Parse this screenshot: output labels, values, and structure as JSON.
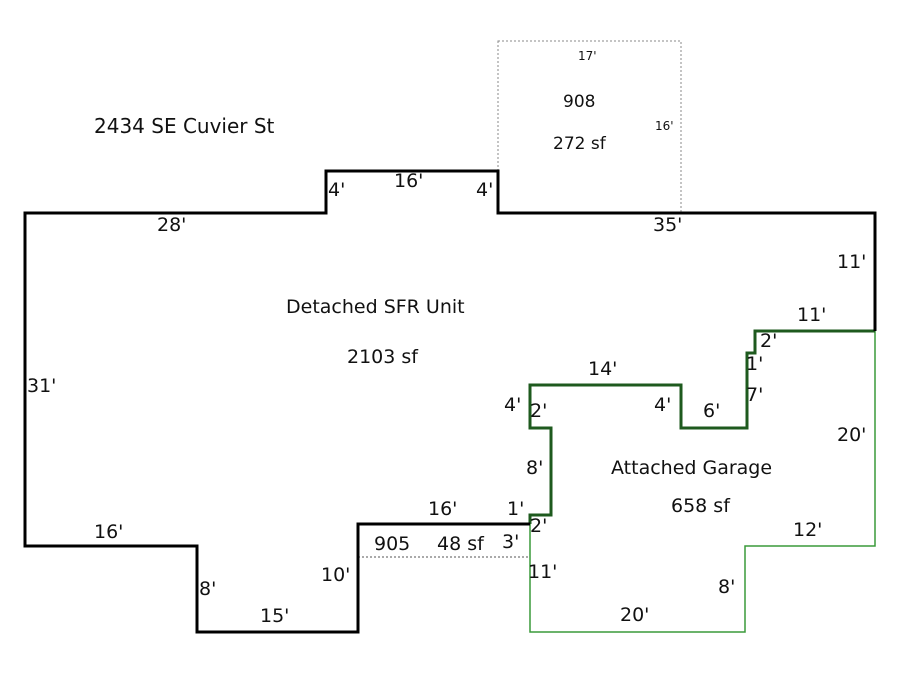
{
  "address": "2434 SE Cuvier St",
  "colors": {
    "main": "#000000",
    "garage_shared": "#1e5a1e",
    "garage": "#3a9a3a",
    "dotted": "#888888"
  },
  "areas": [
    {
      "name": "Detached SFR Unit",
      "area": "2103 sf"
    },
    {
      "name": "Attached Garage",
      "area": "658 sf"
    },
    {
      "name": "908",
      "area": "272 sf"
    },
    {
      "name": "905",
      "area": "48 sf"
    }
  ],
  "dimensions": [
    "28'",
    "4'",
    "16'",
    "4'",
    "35'",
    "11'",
    "11'",
    "2'",
    "1'",
    "7'",
    "6'",
    "4'",
    "14'",
    "4'",
    "2'",
    "8'",
    "1'",
    "2'",
    "16'",
    "3'",
    "10'",
    "15'",
    "8'",
    "16'",
    "31'",
    "20'",
    "12'",
    "8'",
    "20'",
    "11'",
    "17'",
    "16'"
  ]
}
